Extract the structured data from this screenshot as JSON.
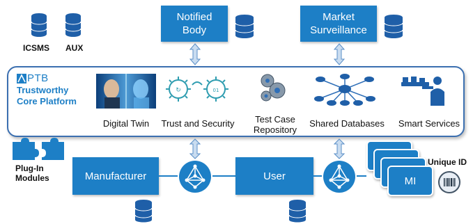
{
  "top": {
    "notified_body": "Notified\nBody",
    "market_surveillance": "Market\nSurveillance",
    "icsms": "ICSMS",
    "aux": "AUX"
  },
  "platform": {
    "logo_text": "PTB",
    "title_line1": "Trustworthy",
    "title_line2": "Core Platform",
    "items": [
      {
        "label": "Digital Twin"
      },
      {
        "label": "Trust and Security"
      },
      {
        "label": "Test Case\nRepository"
      },
      {
        "label": "Shared Databases"
      },
      {
        "label": "Smart Services"
      }
    ]
  },
  "bottom": {
    "plugin_line1": "Plug-In",
    "plugin_line2": "Modules",
    "manufacturer": "Manufacturer",
    "user": "User",
    "mi": "MI",
    "unique_id": "Unique ID"
  },
  "colors": {
    "box_blue": "#1d7fc6",
    "platform_border": "#3b6fb0",
    "database_blue": "#1f5fa8",
    "arrow_fill": "#c9dcf0"
  }
}
